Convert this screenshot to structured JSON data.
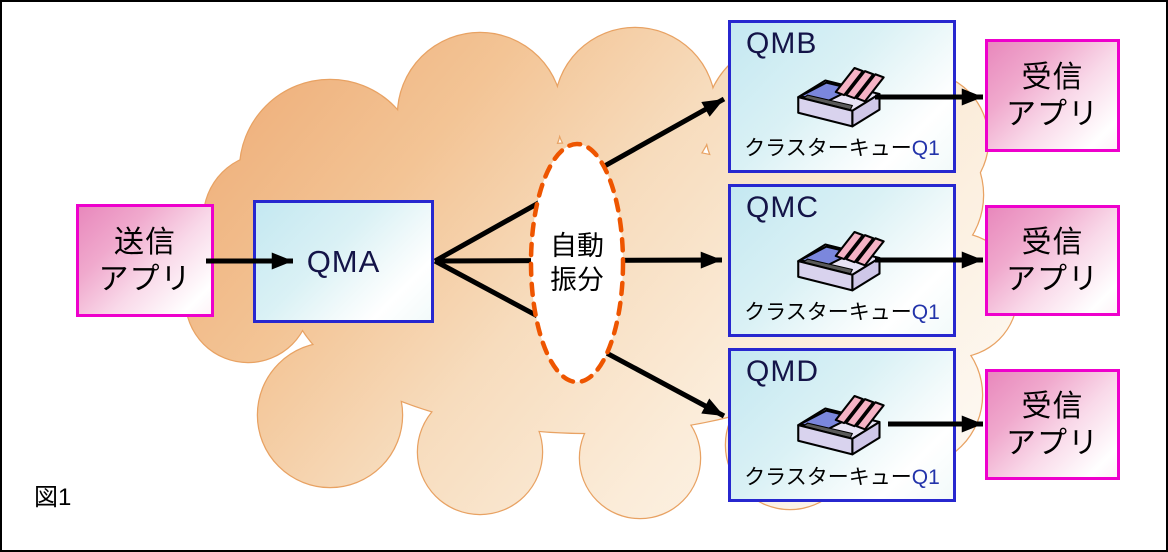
{
  "figure_label": "図1",
  "sender_app": {
    "line1": "送信",
    "line2": "アプリ"
  },
  "qma": {
    "label": "QMA"
  },
  "auto_distribution": {
    "line1": "自動",
    "line2": "振分"
  },
  "queue_managers": [
    {
      "name": "QMB",
      "queue_label": "クラスターキュー",
      "queue_name": "Q1"
    },
    {
      "name": "QMC",
      "queue_label": "クラスターキュー",
      "queue_name": "Q1"
    },
    {
      "name": "QMD",
      "queue_label": "クラスターキュー",
      "queue_name": "Q1"
    }
  ],
  "receiver_apps": [
    {
      "line1": "受信",
      "line2": "アプリ"
    },
    {
      "line1": "受信",
      "line2": "アプリ"
    },
    {
      "line1": "受信",
      "line2": "アプリ"
    }
  ],
  "colors": {
    "qm_box_border": "#2727cf",
    "app_box_border": "#ee00cc",
    "cloud_edge": "#e8a263",
    "cloud_fill_dark": "#efb27e",
    "cloud_fill_light": "#fdf7ef",
    "distribution_ellipse_dash": "#ee5500",
    "queue_name_text": "#2233aa",
    "arrow": "#000000"
  }
}
